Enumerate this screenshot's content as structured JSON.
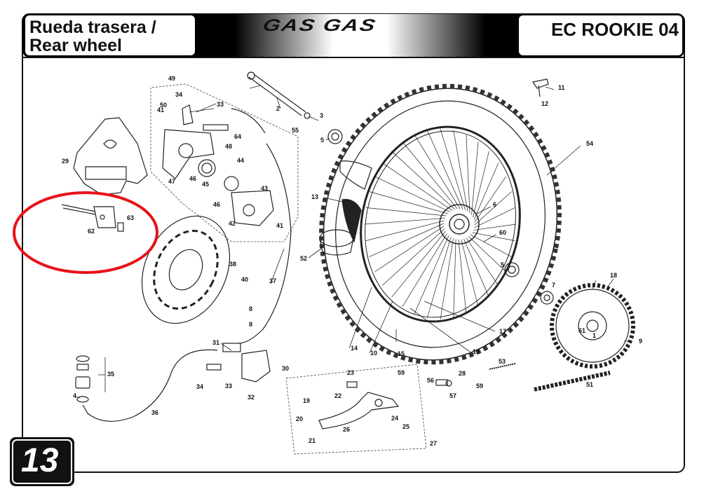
{
  "header": {
    "title_line1": "Rueda trasera /",
    "title_line2": "Rear wheel",
    "brand": "GAS GAS",
    "model": "EC ROOKIE 04"
  },
  "page_number": "13",
  "callouts": [
    "1",
    "2",
    "3",
    "4",
    "5",
    "5",
    "6",
    "7",
    "8",
    "8",
    "9",
    "10",
    "11",
    "12",
    "13",
    "14",
    "15",
    "16",
    "17",
    "18",
    "19",
    "20",
    "21",
    "22",
    "23",
    "24",
    "25",
    "26",
    "27",
    "28",
    "29",
    "30",
    "31",
    "32",
    "33",
    "33",
    "34",
    "34",
    "35",
    "36",
    "37",
    "38",
    "40",
    "41",
    "41",
    "42",
    "43",
    "44",
    "45",
    "46",
    "46",
    "47",
    "48",
    "49",
    "50",
    "51",
    "52",
    "53",
    "54",
    "55",
    "56",
    "57",
    "59",
    "59",
    "60",
    "61",
    "62",
    "63",
    "64"
  ],
  "highlight_color": "#e8121b"
}
